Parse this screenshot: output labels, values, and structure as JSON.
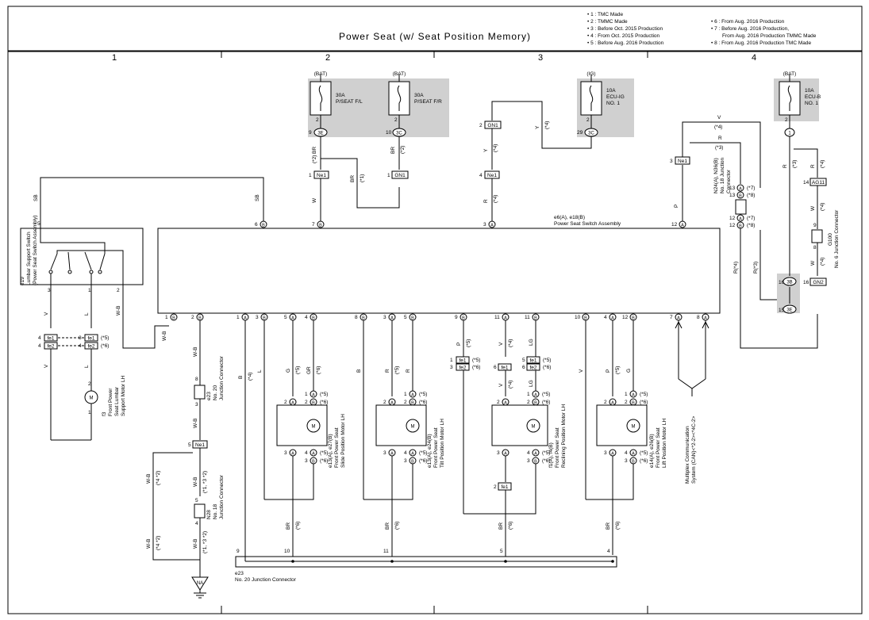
{
  "title": "Power Seat (w/ Seat Position Memory)",
  "notes": [
    "• 1 : TMC Made",
    "• 2 : TMMC Made",
    "• 3 : Before Oct.  2015 Production",
    "• 4 : From Oct.  2015 Production",
    "• 5 : Before Aug.  2016 Production",
    "• 6 : From Aug.  2016 Production",
    "• 7 : Before Aug.  2016 Production,",
    "From Aug.  2016 Production TMMC Made",
    "• 8 : From Aug.  2016 Production TMC Made"
  ],
  "columns": [
    "1",
    "2",
    "3",
    "4"
  ],
  "fuses": [
    {
      "source": "(BAT)",
      "rating": "30A",
      "name": "P/SEAT F/L",
      "pin": "2",
      "conn_pin": "9",
      "conn": "3E"
    },
    {
      "source": "(BAT)",
      "rating": "30A",
      "name": "P/SEAT F/R",
      "pin": "2",
      "conn_pin": "10",
      "conn": "3C"
    },
    {
      "source": "(IG)",
      "rating": "10A",
      "name": "ECU-IG",
      "name2": "NO. 1",
      "pin": "2",
      "conn_pin": "29",
      "conn": "3C"
    },
    {
      "source": "(BAT)",
      "rating": "10A",
      "name": "ECU-B",
      "name2": "NO. 1",
      "pin": "2",
      "conn": "1"
    }
  ],
  "switch_assembly": {
    "code": "e6(A), e18(B)",
    "name": "Power Seat Switch Assembly"
  },
  "lumbar_switch": {
    "code": "e19",
    "name": "Lumbar Support Switch",
    "sub": "(Power Seat Switch Assembly)"
  },
  "lumbar_motor": {
    "code": "f3",
    "line1": "Front Power",
    "line2": "Seat Lumbar",
    "line3": "Support Motor LH"
  },
  "motors": [
    {
      "code": "e13(A), e27(B)",
      "line1": "Front Power Seat",
      "line2": "Slide Position Motor LH"
    },
    {
      "code": "e13(A), e24(B)",
      "line1": "Front Power Seat",
      "line2": "Tilt Position Motor LH"
    },
    {
      "code": "f1(A), f4(B)",
      "line1": "Front Power Seat",
      "line2": "Reclining Position Motor LH"
    },
    {
      "code": "e14(A), e26(B)",
      "line1": "Front Power Seat",
      "line2": "Lift Position Motor LH"
    }
  ],
  "motor_label": "M",
  "connectors": {
    "ne1": "Ne1",
    "gn1": "GN1",
    "fe1": "fe1",
    "fe2": "fe2",
    "ag11": "AG11",
    "gn2": "GN2",
    "na": "NA",
    "b3": "3B",
    "e3": "3E"
  },
  "junctions": {
    "e23_top": {
      "code": "e23",
      "line1": "No. 20",
      "line2": "Junction Connector"
    },
    "n28": {
      "code": "N28",
      "line1": "No. 18",
      "line2": "Junction Connector"
    },
    "n24": {
      "code": "N24(A), N36(B)",
      "line1": "No. 18 Junction",
      "line2": "Connector"
    },
    "g100": {
      "code": "G100",
      "line1": "No. 6 Junction Connector"
    },
    "e23_bottom": {
      "code": "e23",
      "line1": "No. 20 Junction Connector"
    }
  },
  "multiplex": {
    "line1": "Multiplex Communication",
    "line2": "System (CAN)<*2-2><*4C-2>"
  },
  "colors": {
    "shade": "#d0d0d0",
    "line": "#000000"
  }
}
